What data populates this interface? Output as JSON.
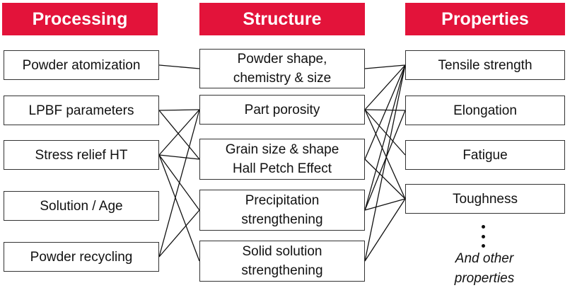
{
  "headers": {
    "processing": "Processing",
    "structure": "Structure",
    "properties": "Properties"
  },
  "processing": [
    "Powder atomization",
    "LPBF parameters",
    "Stress relief HT",
    "Solution / Age",
    "Powder recycling"
  ],
  "structure": [
    [
      "Powder shape,",
      "chemistry & size"
    ],
    [
      "Part porosity"
    ],
    [
      "Grain size & shape",
      "Hall Petch Effect"
    ],
    [
      "Precipitation",
      "strengthening"
    ],
    [
      "Solid solution",
      "strengthening"
    ]
  ],
  "properties": [
    "Tensile strength",
    "Elongation",
    "Fatigue",
    "Toughness"
  ],
  "other_properties": [
    "And other",
    "properties"
  ],
  "line_color": "#111111",
  "header_color": "#e3133a",
  "links_processing_structure": [
    [
      0,
      0
    ],
    [
      1,
      1
    ],
    [
      1,
      2
    ],
    [
      2,
      1
    ],
    [
      2,
      2
    ],
    [
      2,
      3
    ],
    [
      2,
      4
    ],
    [
      4,
      1
    ],
    [
      4,
      3
    ]
  ],
  "links_structure_properties": [
    [
      0,
      0
    ],
    [
      1,
      0
    ],
    [
      1,
      1
    ],
    [
      1,
      2
    ],
    [
      1,
      3
    ],
    [
      2,
      0
    ],
    [
      2,
      3
    ],
    [
      3,
      0
    ],
    [
      3,
      1
    ],
    [
      3,
      3
    ],
    [
      4,
      0
    ],
    [
      4,
      3
    ]
  ]
}
